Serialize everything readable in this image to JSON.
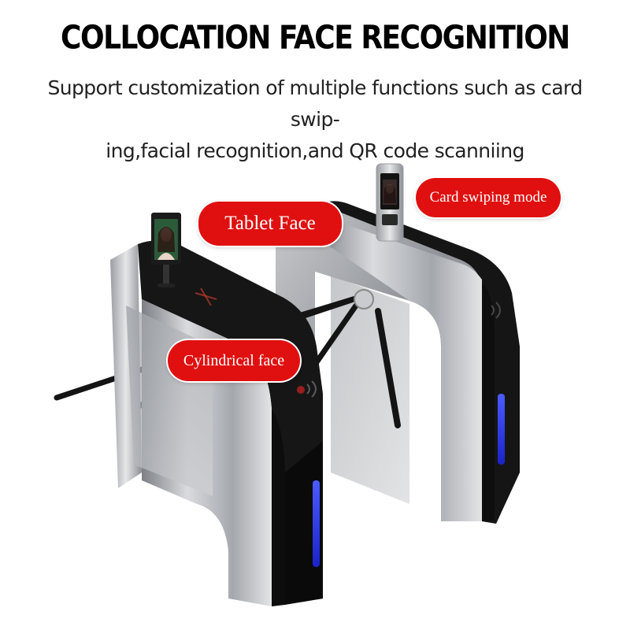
{
  "header": {
    "title": "COLLOCATION FACE RECOGNITION",
    "subtitle_line1": "Support customization of multiple functions such as card swip-",
    "subtitle_line2": "ing,facial recognition,and QR code scanniing"
  },
  "callouts": {
    "tablet_face": "Tablet Face",
    "card_swiping": "Card swiping mode",
    "cylindrical_face": "Cylindrical face"
  },
  "colors": {
    "callout_red": "#e01010",
    "steel": "#b7b9bd",
    "panel_black": "#111111",
    "led_blue": "#2a39ff"
  }
}
